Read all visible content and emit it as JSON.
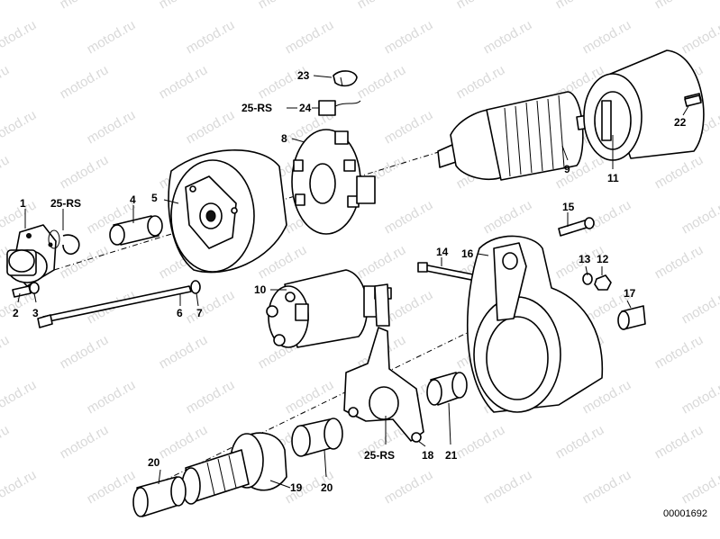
{
  "watermark": "motod.ru",
  "diagram_code": "00001692",
  "callouts": {
    "c1": "1",
    "c2": "2",
    "c3": "3",
    "c4": "4",
    "c5": "5",
    "c6": "6",
    "c7": "7",
    "c8": "8",
    "c9": "9",
    "c10": "10",
    "c11": "11",
    "c12": "12",
    "c13": "13",
    "c14": "14",
    "c15": "15",
    "c16": "16",
    "c17": "17",
    "c18": "18",
    "c19": "19",
    "c20a": "20",
    "c20b": "20",
    "c21": "21",
    "c22": "22",
    "c23": "23",
    "c24": "24",
    "c25a": "25-RS",
    "c25b": "25-RS",
    "c25c": "25-RS"
  }
}
